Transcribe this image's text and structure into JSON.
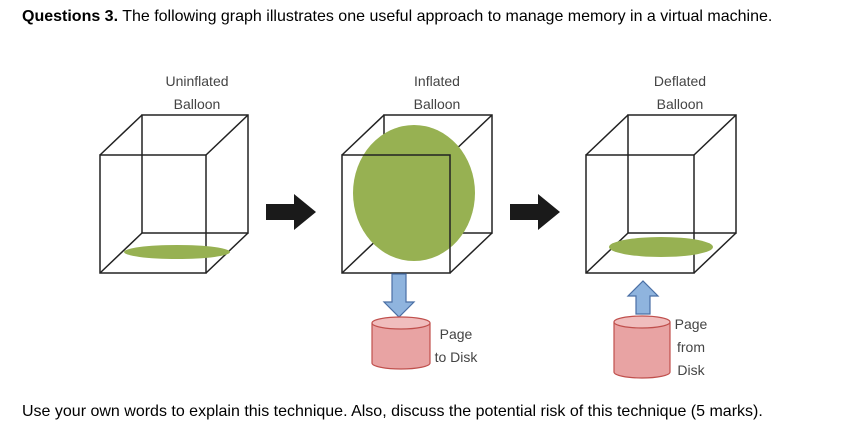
{
  "question": {
    "number_label": "Questions 3.",
    "text": " The following graph illustrates one useful approach to manage memory in a virtual machine."
  },
  "diagram": {
    "labels": {
      "uninflated_line1": "Uninflated",
      "uninflated_line2": "Balloon",
      "inflated_line1": "Inflated",
      "inflated_line2": "Balloon",
      "deflated_line1": "Deflated",
      "deflated_line2": "Balloon",
      "page_to_disk_line1": "Page",
      "page_to_disk_line2": "to Disk",
      "page_from_disk_line1": "Page",
      "page_from_disk_line2": "from",
      "page_from_disk_line3": "Disk"
    },
    "colors": {
      "balloon": "#97b152",
      "disk_fill": "#e8a3a3",
      "disk_stroke": "#c0504d",
      "arrow_fill": "#8fb4de",
      "arrow_stroke": "#4a6fa5",
      "step_arrow": "#1a1a1a"
    }
  },
  "footer": {
    "text": "Use your own words to explain this technique. Also, discuss the potential risk of this technique (5 marks)."
  }
}
